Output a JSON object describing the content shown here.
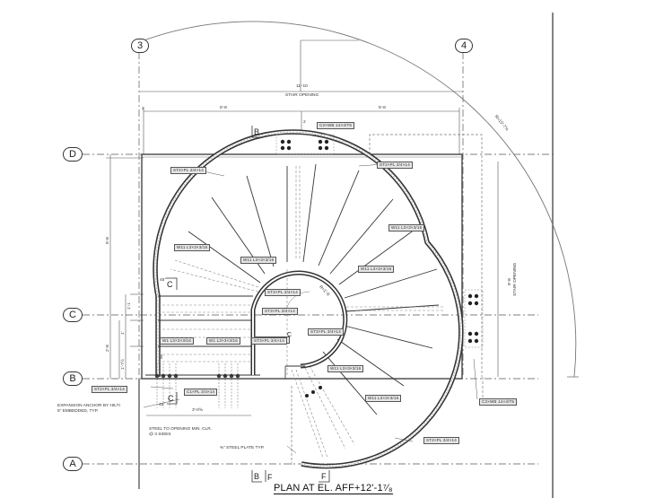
{
  "drawing": {
    "title": "PLAN AT EL. AFF+12'-1⁷⁄₈",
    "grid_lines": {
      "columns": [
        "3",
        "4"
      ],
      "rows": [
        "D",
        "C",
        "B",
        "A"
      ]
    },
    "dimensions": {
      "overall_width": "11'-10",
      "overall_width_label": "STAIR OPENING",
      "left_segment": "5'-8",
      "right_segment": "5'-8",
      "radius": "R=10'-7⅝",
      "vertical_overall": "9'-8",
      "vertical_overall_label": "STAIR OPENING",
      "left_vertical": "5'-8",
      "left_lower": "2'-8",
      "sub_dim_1": "1'-1",
      "sub_dim_2": "1'",
      "sub_dim_3": "1'-7½",
      "landing_width": "3'-0⅝",
      "small_left": "2",
      "small_top": "2",
      "inner_angle": "R=1'-6"
    },
    "section_markers": {
      "b_top": "B",
      "b_bottom": "B",
      "c_upper": "C",
      "c_lower": "C",
      "f_left": "F",
      "f_right": "F",
      "c_angle_upper": "45°",
      "c_angle_lower": "45°",
      "c_right": "C"
    },
    "tags": {
      "top_connection": "C2×WB 14×4/T5",
      "stringer_outer_top_left": "ST2×PL 3/4×14",
      "stringer_outer_top_right": "ST2×PL 3/4×14",
      "tread_left_1": "W11 L3×3×3/16",
      "tread_left_2": "W11 L3×3×3/16",
      "tread_right_1": "W11 L3×3×3/16",
      "tread_right_2": "W11 L3×3×3/16",
      "inner_stringer_1": "ST3×PL 3/4×14",
      "inner_stringer_2": "ST3×PL 3/4×14",
      "inner_stringer_3": "ST3×PL 3/4×14",
      "inner_stringer_4": "ST3×PL 3/4×14",
      "landing_tag_1": "W1 L3×3×3/16",
      "landing_tag_2": "W1 L3×3×3/16",
      "landing_tag_3": "ST3×PL 3/4×14",
      "landing_stringer_left": "ST2×PL 3/4×14",
      "anchor_tag": "C1×PL 3/4×14",
      "bottom_inner": "W11 L3×3×3/16",
      "bottom_right_tread": "W11 L3×3×3/16",
      "bottom_right_stringer": "ST2×PL 3/4×14",
      "right_connection": "C2×WB 14×4/T5",
      "inner_bottom": "W11 L3×3×3/16"
    },
    "notes": {
      "expansion_anchor": "EXPANSION ANCHOR BY HILTI\n5\" EMBEDDED, TYP.",
      "steel_opening": "STEEL TO OPENING MIN. CLR.\n@ 3 SIDES",
      "steel_plate": "⅜\" STEEL PLATE TYP."
    }
  }
}
